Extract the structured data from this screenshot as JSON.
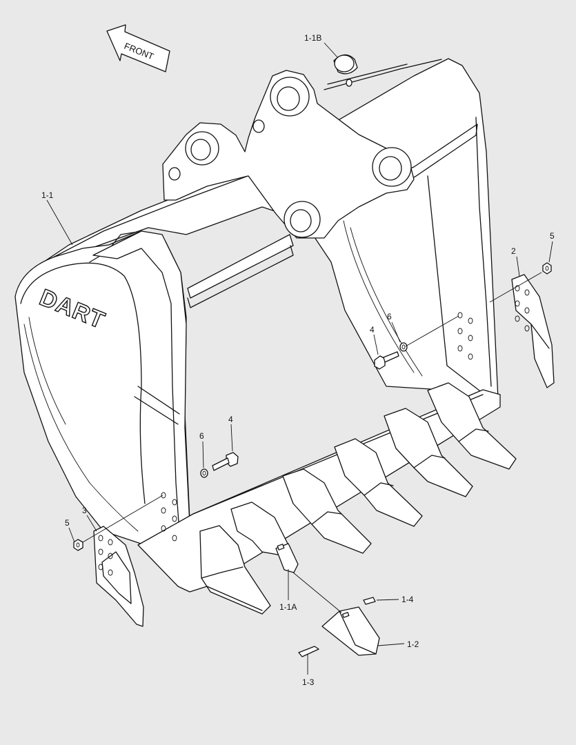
{
  "diagram": {
    "front_label": "FRONT",
    "brand_logo": "DART",
    "callouts": {
      "c_1_1": "1-1",
      "c_1_1A": "1-1A",
      "c_1_1B": "1-1B",
      "c_1_2": "1-2",
      "c_1_3": "1-3",
      "c_1_4": "1-4",
      "c_2": "2",
      "c_3": "3",
      "c_4_right": "4",
      "c_4_left": "4",
      "c_5_right": "5",
      "c_5_left": "5",
      "c_6_right": "6",
      "c_6_left": "6"
    }
  }
}
